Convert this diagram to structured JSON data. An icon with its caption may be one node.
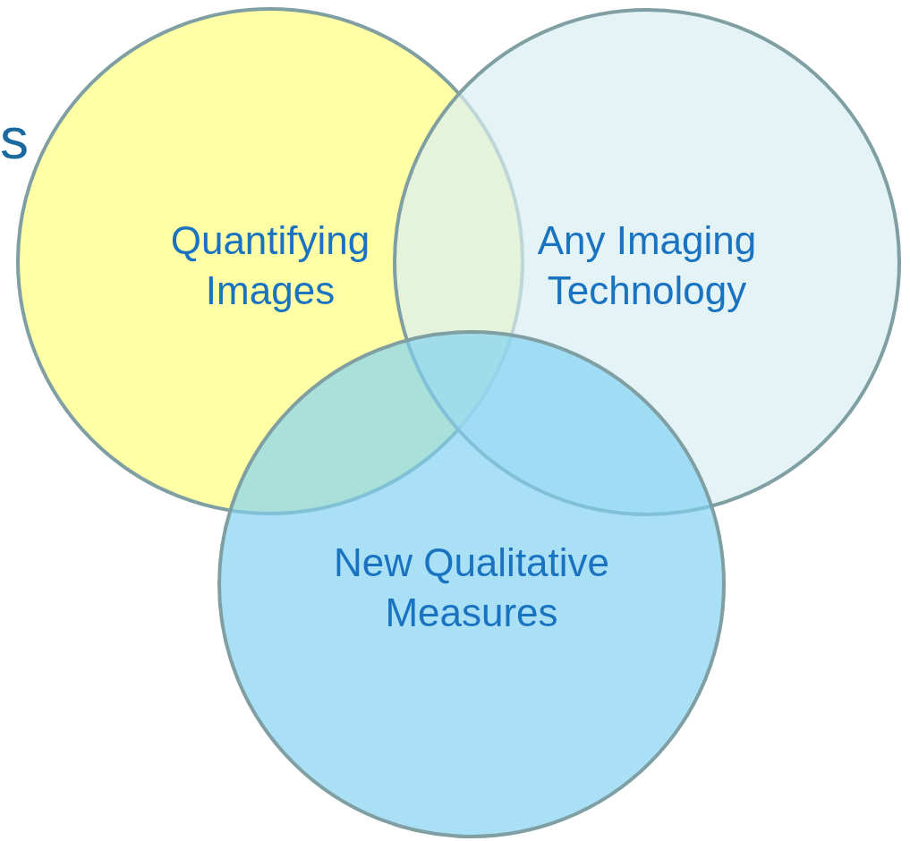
{
  "diagram": {
    "nodes": [
      {
        "text": [
          "Quantifying Images"
        ]
      },
      {
        "text": [
          "Any Imaging Technology"
        ]
      },
      {
        "text": [
          "New Qualitative Measures"
        ]
      }
    ],
    "edges": [],
    "labels": [
      "s"
    ]
  }
}
